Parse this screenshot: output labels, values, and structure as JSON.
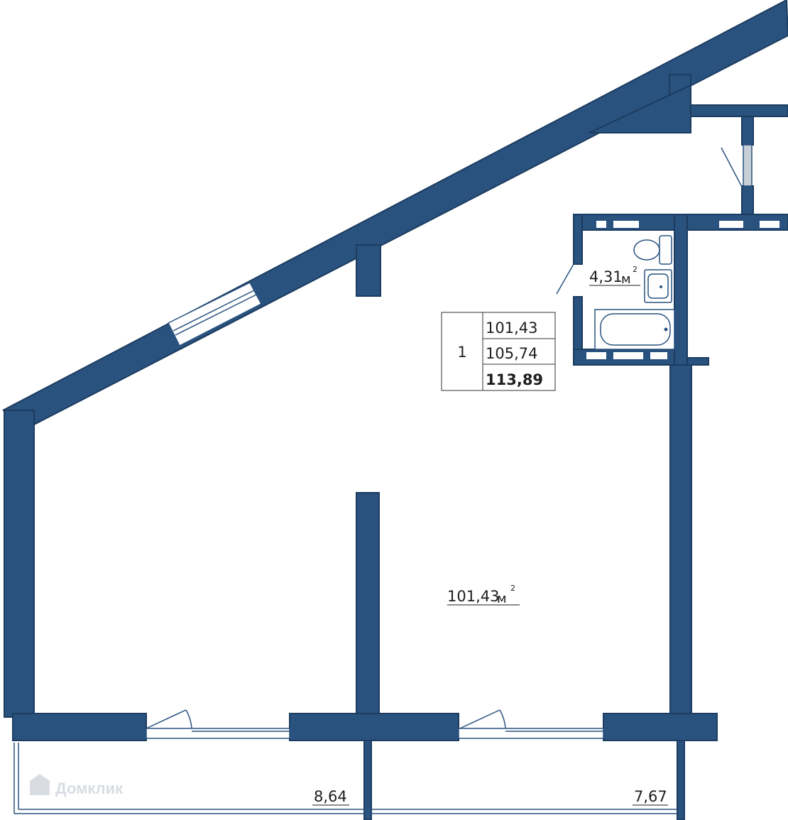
{
  "plan": {
    "legend": {
      "room_number": "1",
      "values": [
        "101,43",
        "105,74",
        "113,89"
      ]
    },
    "rooms": [
      {
        "area": "101,43",
        "unit": "м",
        "unit_sup": "2"
      },
      {
        "area": "4,31",
        "unit": "м",
        "unit_sup": "2"
      }
    ],
    "balconies": [
      {
        "area": "8,64"
      },
      {
        "area": "7,67"
      }
    ],
    "watermark": "Домклик",
    "colors": {
      "wall": "#29527f",
      "text": "#1e1e1e"
    }
  }
}
